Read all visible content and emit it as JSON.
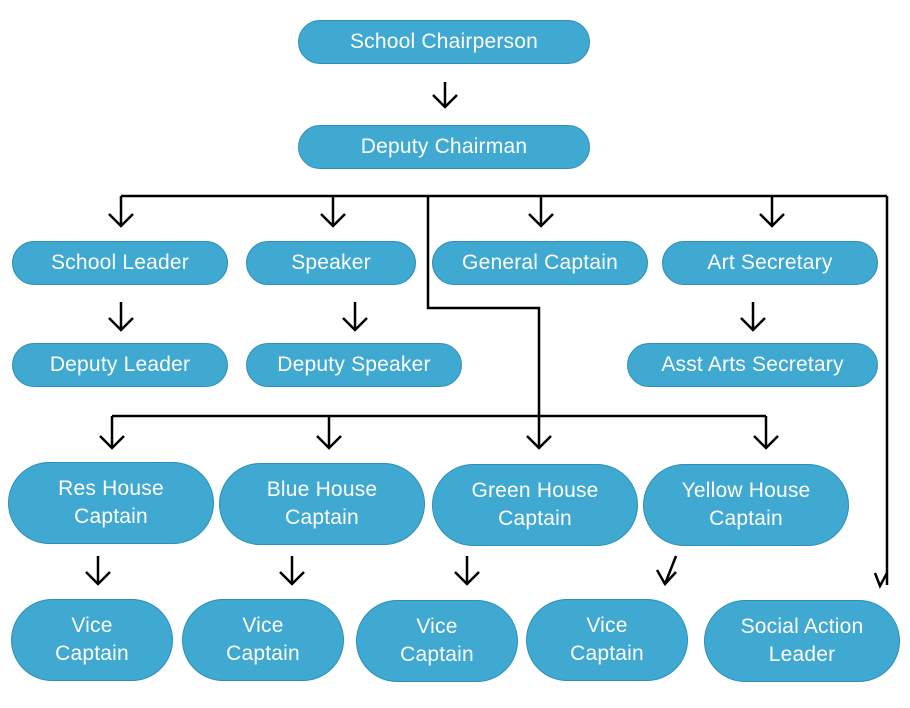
{
  "diagram": {
    "nodes": {
      "chairperson": "School Chairperson",
      "deputy_chairman": "Deputy Chairman",
      "school_leader": "School Leader",
      "speaker": "Speaker",
      "general_captain": "General Captain",
      "art_secretary": "Art Secretary",
      "deputy_leader": "Deputy Leader",
      "deputy_speaker": "Deputy Speaker",
      "asst_arts_secretary": "Asst Arts Secretary",
      "res_house_captain": "Res House\nCaptain",
      "blue_house_captain": "Blue House\nCaptain",
      "green_house_captain": "Green House\nCaptain",
      "yellow_house_captain": "Yellow House\nCaptain",
      "vice_captain_1": "Vice\nCaptain",
      "vice_captain_2": "Vice\nCaptain",
      "vice_captain_3": "Vice\nCaptain",
      "vice_captain_4": "Vice\nCaptain",
      "social_action_leader": "Social Action\nLeader"
    },
    "colors": {
      "node_fill": "#3fa9d2",
      "node_border": "#2e8fb8",
      "text": "#ffffff",
      "connector": "#000000"
    }
  }
}
